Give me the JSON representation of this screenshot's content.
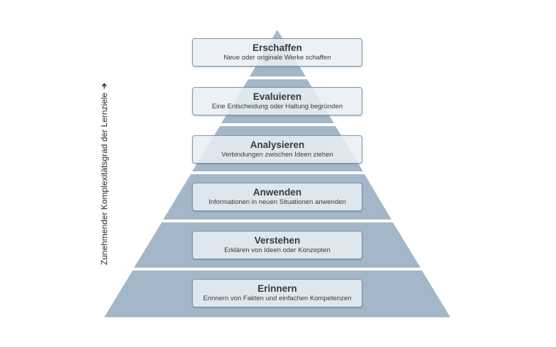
{
  "axis_label": "Zunehmender Komplexitätsgrad der Lernziele",
  "levels": [
    {
      "title": "Erschaffen",
      "description": "Neue oder originale Werke schaffen"
    },
    {
      "title": "Evaluieren",
      "description": "Eine Entscheidung oder Haltung begründen"
    },
    {
      "title": "Analysieren",
      "description": "Verbindungen zwischen Ideen ziehen"
    },
    {
      "title": "Anwenden",
      "description": "Informationen in neuen Situationen anwenden"
    },
    {
      "title": "Verstehen",
      "description": "Erklären von Ideen oder Konzepten"
    },
    {
      "title": "Erinnern",
      "description": "Erinnern von Fakten und einfachen Kompetenzen"
    }
  ],
  "colors": {
    "pyramid": "#a4b7c8",
    "box_border": "#7f98b0",
    "text": "#333a42"
  },
  "icons": {
    "axis_arrow": "arrow-up-icon"
  }
}
